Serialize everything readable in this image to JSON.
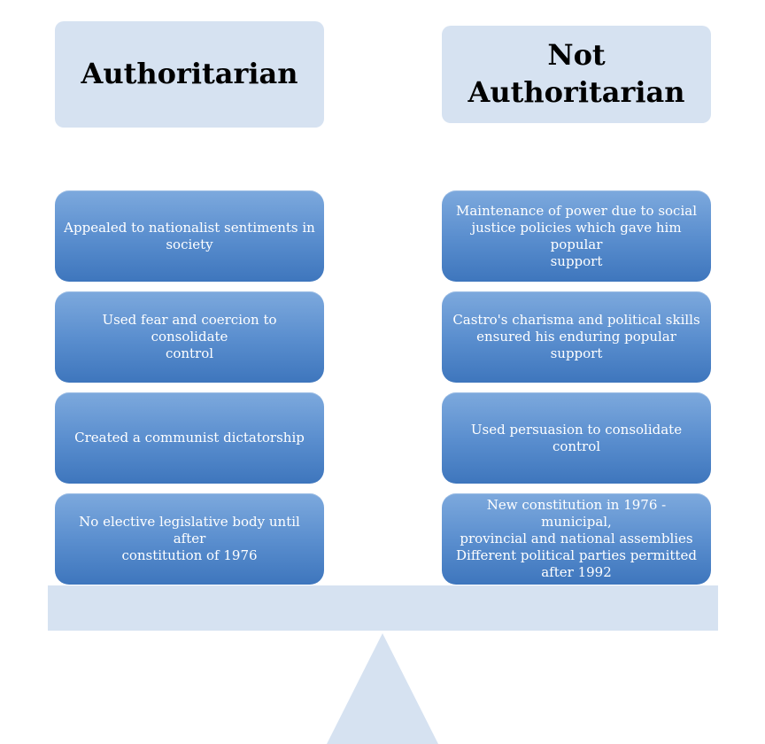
{
  "left": {
    "heading": "Authoritarian",
    "items": [
      "Appealed to nationalist sentiments in\nsociety",
      "Used fear and coercion to consolidate\ncontrol",
      "Created a communist dictatorship",
      "No elective legislative body until after\nconstitution of 1976"
    ]
  },
  "right": {
    "heading": "Not\nAuthoritarian",
    "items": [
      "Maintenance of power due to social\njustice policies which gave him popular\nsupport",
      "Castro's charisma and political skills\nensured his enduring popular support",
      "Used persuasion to consolidate control",
      "New constitution in 1976 - municipal,\nprovincial and national assemblies\nDifferent political parties permitted\nafter 1992"
    ]
  },
  "colors": {
    "header_fill": "#d6e2f1",
    "item_gradient_top": "#7da9dd",
    "item_gradient_bottom": "#3e76bd",
    "scale_fill": "#d6e2f1"
  }
}
